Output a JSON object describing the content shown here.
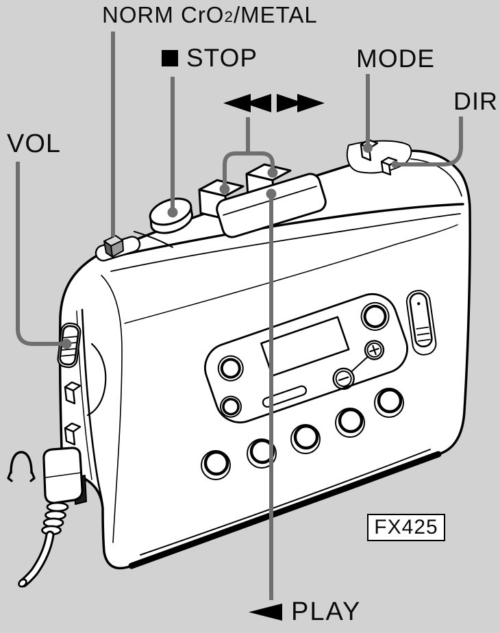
{
  "page": {
    "background_color": "#d2d2d2",
    "description": "line-art diagram of a portable cassette player with part callouts"
  },
  "colors": {
    "outline": "#000000",
    "fill": "#ffffff",
    "callout_line": "#6f6f6f",
    "label_text": "#0b0b0b"
  },
  "labels": {
    "tape_selector": {
      "prefix": "NORM CrO",
      "subscript": "2",
      "suffix": "/METAL"
    },
    "stop": "STOP",
    "mode": "MODE",
    "dir": "DIR",
    "vol": "VOL",
    "play": "PLAY",
    "model_badge": "FX425"
  },
  "icons": {
    "stop": "black-square",
    "rewind": "double-left-triangles",
    "fast_forward": "double-right-triangles",
    "play": "wide-left-triangle",
    "headphones": "headphones-symbol"
  }
}
